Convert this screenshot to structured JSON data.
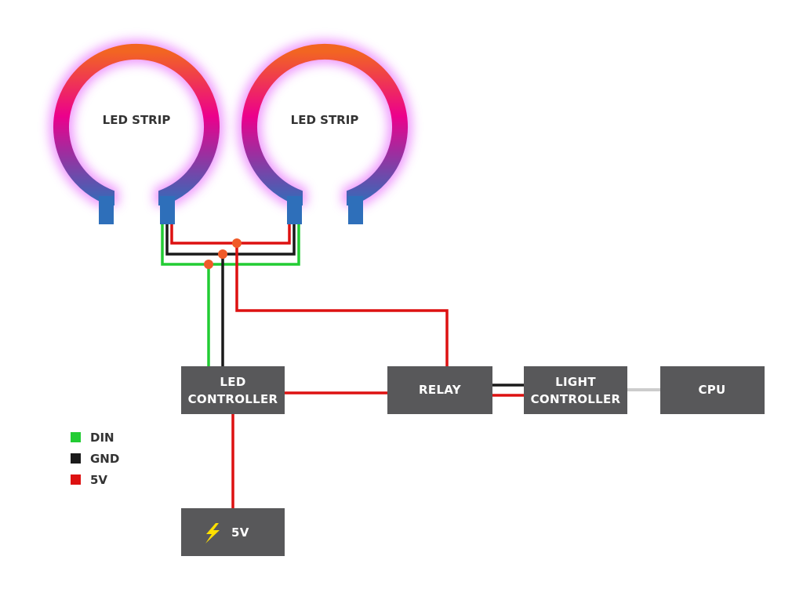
{
  "strips": [
    {
      "label": "LED STRIP"
    },
    {
      "label": "LED STRIP"
    }
  ],
  "boxes": {
    "led_controller": {
      "line1": "LED",
      "line2": "CONTROLLER"
    },
    "relay": {
      "label": "RELAY"
    },
    "light_controller": {
      "line1": "LIGHT",
      "line2": "CONTROLLER"
    },
    "cpu": {
      "label": "CPU"
    },
    "power": {
      "label": "5V",
      "icon": "lightning-bolt-icon"
    }
  },
  "legend": [
    {
      "label": "DIN",
      "color": "#22cc33"
    },
    {
      "label": "GND",
      "color": "#1a1a1a"
    },
    {
      "label": "5V",
      "color": "#dd1111"
    }
  ],
  "colors": {
    "box": "#58585a",
    "wire_din": "#22cc33",
    "wire_gnd": "#1a1a1a",
    "wire_5v": "#dd1111",
    "wire_data": "#cccccc",
    "junction": "#f05a28",
    "strip_gradient": [
      "#f26522",
      "#ec008c",
      "#2e6fba"
    ],
    "strip_glow": "#e040fb",
    "bolt": "#ffe000"
  }
}
